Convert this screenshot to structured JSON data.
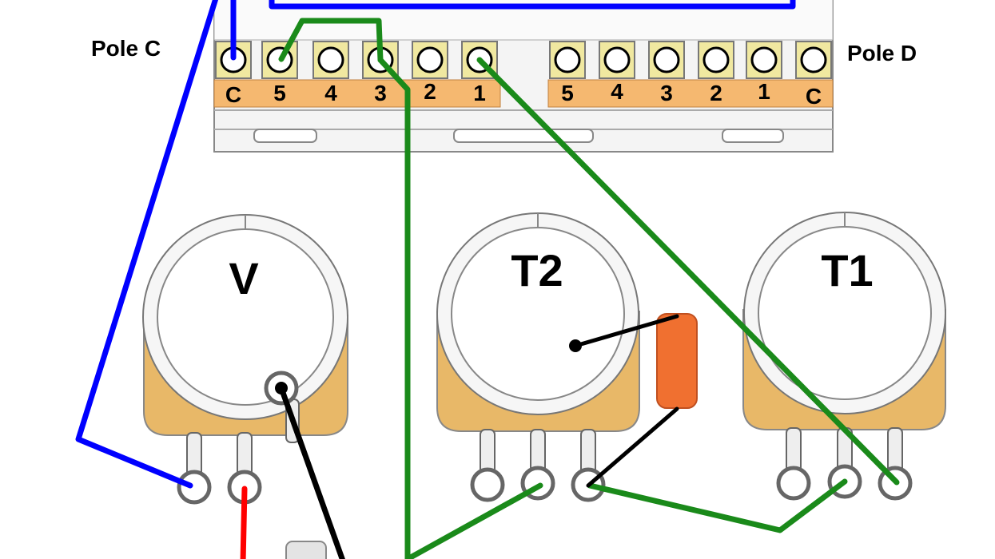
{
  "switch": {
    "pole_c_label": "Pole C",
    "pole_d_label": "Pole D",
    "pole_c_lugs": [
      "C",
      "5",
      "4",
      "3",
      "2",
      "1"
    ],
    "pole_d_lugs": [
      "5",
      "4",
      "3",
      "2",
      "1",
      "C"
    ]
  },
  "pots": {
    "volume": {
      "label": "V"
    },
    "tone2": {
      "label": "T2"
    },
    "tone1": {
      "label": "T1"
    }
  },
  "colors": {
    "wire_blue": "#0000ff",
    "wire_green": "#1a8a1a",
    "wire_black": "#000000",
    "wire_red": "#ff0000",
    "pot_body": "#e8b868",
    "capacitor": "#f07030",
    "switch_lug_pad": "#f0e8a0",
    "switch_label_strip": "#f5b870"
  }
}
